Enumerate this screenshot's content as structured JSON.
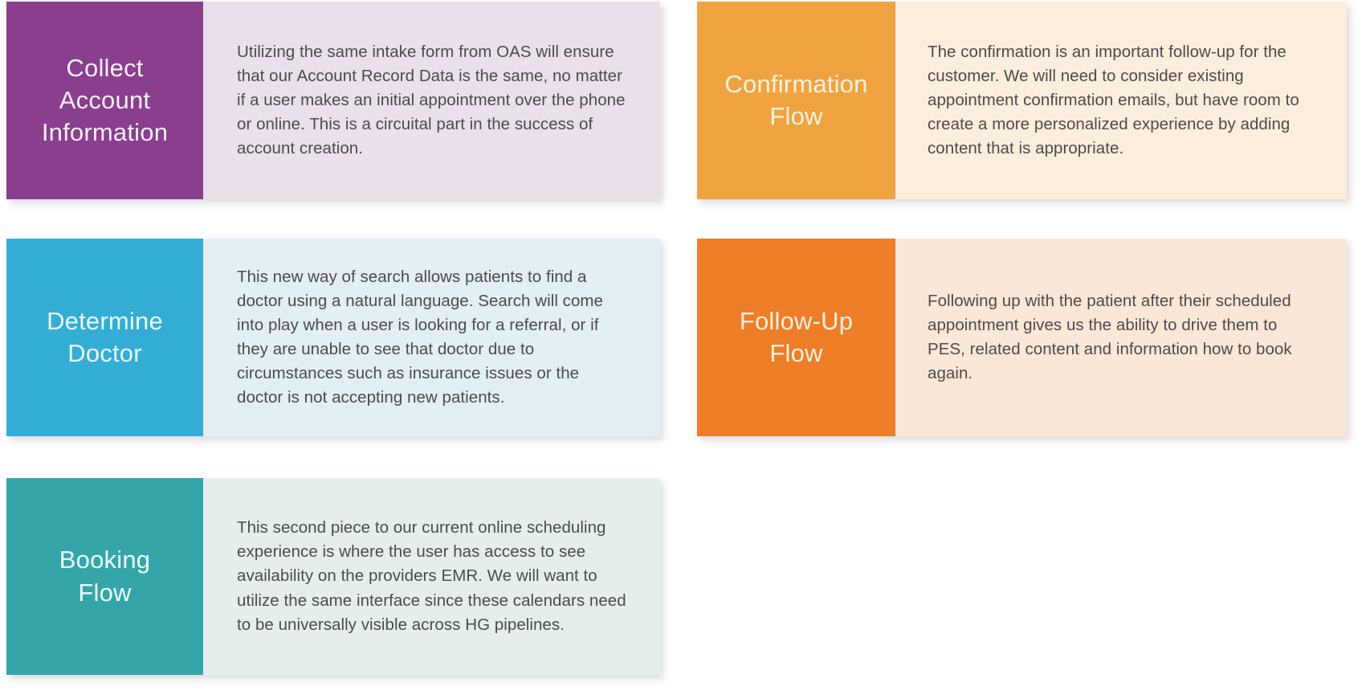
{
  "page": {
    "background_color": "#ffffff",
    "layout": "two-column-card-grid",
    "body_text_color": "#4b4b4d"
  },
  "cards": [
    {
      "id": "collect-account-information",
      "title": "Collect\nAccount\nInformation",
      "body": "Utilizing the same intake form from OAS will ensure that our Account Record Data is the same, no matter if a user makes an initial appointment over the phone or online. This is a circuital part in the success of account creation.",
      "header_color": "#8a3e8e",
      "body_color": "#eae0eb",
      "title_color": "#f7eef8"
    },
    {
      "id": "confirmation-flow",
      "title": "Confirmation\nFlow",
      "body": "The confirmation is an important follow-up for the customer. We will need to consider existing appointment confirmation emails, but have room to create a more personalized experience by adding content that is appropriate.",
      "header_color": "#efa340",
      "body_color": "#fceedd",
      "title_color": "#fdf1dc"
    },
    {
      "id": "determine-doctor",
      "title": "Determine\nDoctor",
      "body": "This new way of search allows patients to find a doctor using a natural language. Search will come into play when a user is looking for a referral, or if they are unable to see that doctor due to  circumstances such as insurance issues or the doctor is not accepting new patients.",
      "header_color": "#34add5",
      "body_color": "#e4eef5",
      "title_color": "#eaf8fd"
    },
    {
      "id": "follow-up-flow",
      "title": "Follow-Up\nFlow",
      "body": "Following up with the patient after their scheduled appointment gives us the ability to drive them to PES, related content and information how to book again.",
      "header_color": "#ee7d28",
      "body_color": "#fbe7d8",
      "title_color": "#fdf0e0"
    },
    {
      "id": "booking-flow",
      "title": "Booking\nFlow",
      "body": "This second piece to our current online scheduling experience is where the user has access to see availability on the providers EMR. We will want to utilize the same interface since these calendars need to be universally visible across HG pipelines.",
      "header_color": "#34a6aa",
      "body_color": "#e6eeed",
      "title_color": "#eefbfb"
    }
  ]
}
